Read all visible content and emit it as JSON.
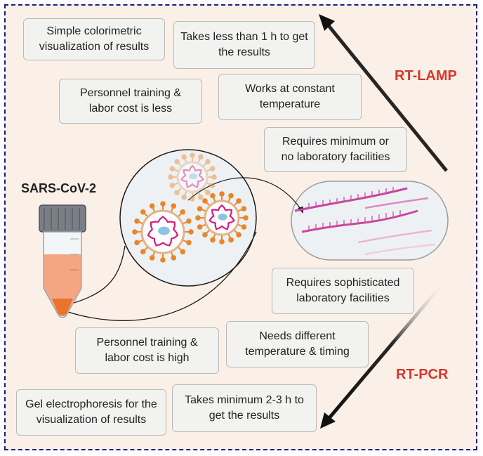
{
  "methods": {
    "lamp": "RT-LAMP",
    "pcr": "RT-PCR"
  },
  "sample_label": "SARS-CoV-2",
  "lamp_features": [
    "Simple colorimetric\nvisualization of results",
    "Takes less than  1 h to get\nthe results",
    "Personnel training  &\nlabor cost is less",
    "Works at constant\ntemperature",
    "Requires minimum or\nno laboratory facilities"
  ],
  "pcr_features": [
    "Requires sophisticated\nlaboratory facilities",
    "Personnel training  &\nlabor cost is high",
    "Needs different\ntemperature & timing",
    "Gel electrophoresis for the\nvisualization of results",
    "Takes minimum  2-3 h to\nget the results"
  ],
  "colors": {
    "border": "#1c1c8c",
    "background": "#fbf0e7",
    "method_label": "#d6372c",
    "virus_spike": "#e8862a",
    "virus_membrane": "#d81b80",
    "rna": "#c9479e",
    "tube_liquid": "#f4a582"
  }
}
